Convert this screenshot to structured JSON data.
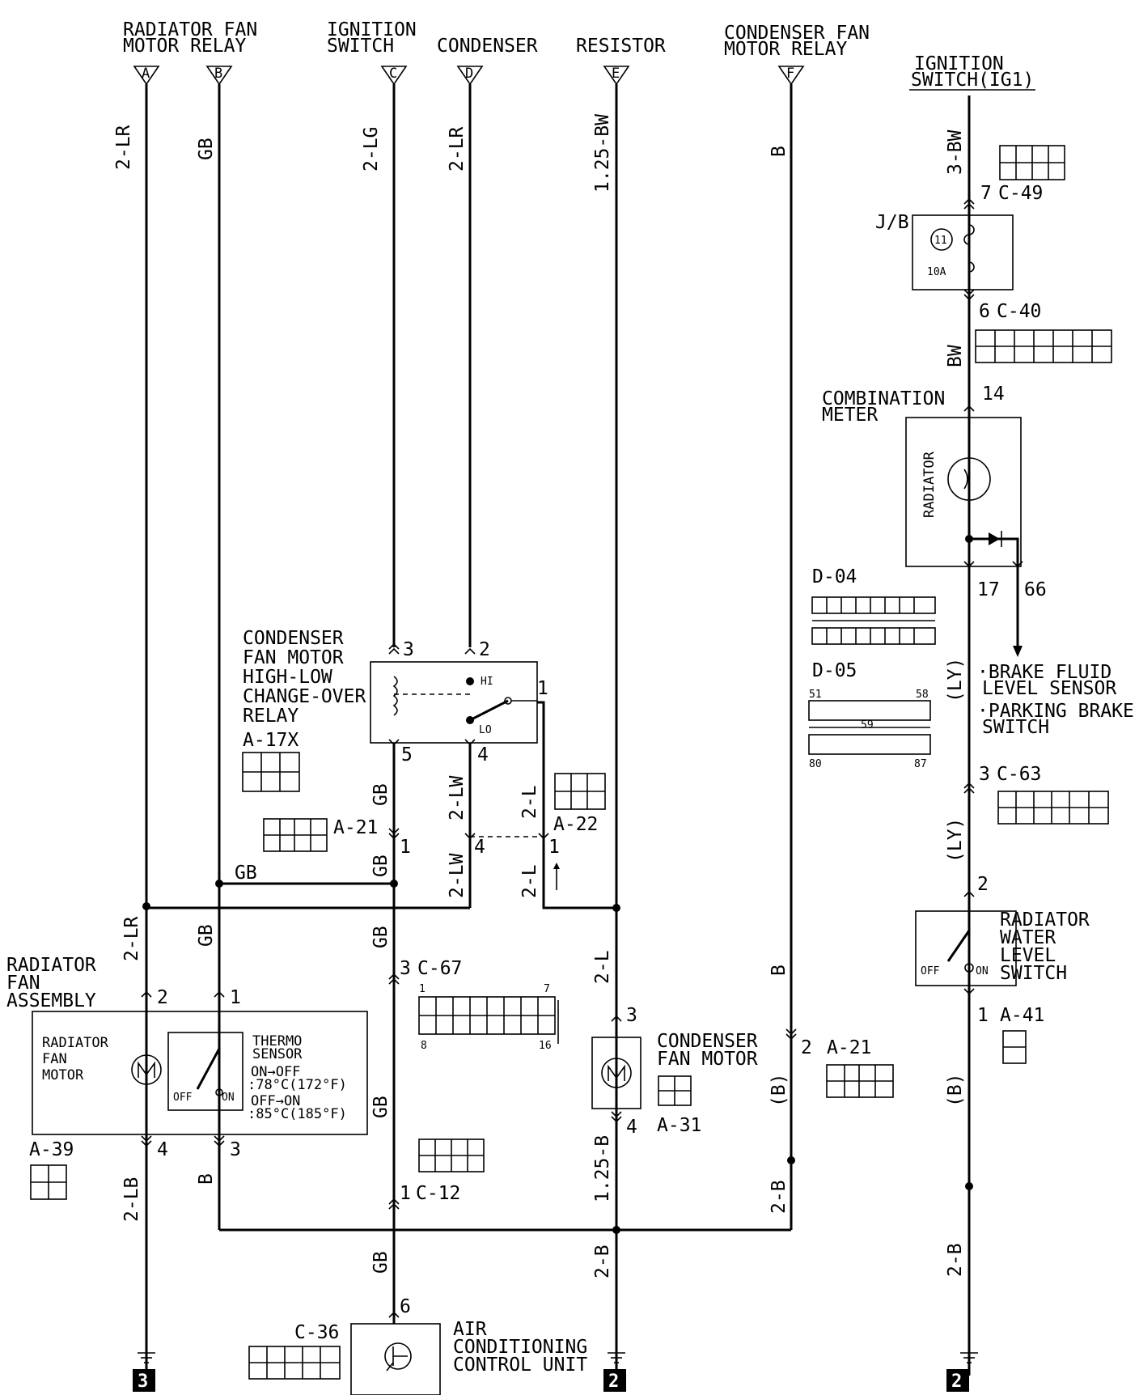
{
  "top_labels": {
    "radiator_fan_motor_relay": [
      "RADIATOR FAN",
      "MOTOR RELAY"
    ],
    "ignition_switch": [
      "IGNITION",
      "SWITCH"
    ],
    "condenser": "CONDENSER",
    "resistor": "RESISTOR",
    "condenser_fan_motor_relay": [
      "CONDENSER FAN",
      "MOTOR RELAY"
    ],
    "ignition_switch_ig1": [
      "IGNITION",
      "SWITCH(IG1)"
    ]
  },
  "terminal_letters": [
    "A",
    "B",
    "C",
    "D",
    "E",
    "F"
  ],
  "wire_labels": {
    "w_2lr_top": "2-LR",
    "w_gb_top": "GB",
    "w_2lg_top": "2-LG",
    "w_2lr_cond": "2-LR",
    "w_125bw_top": "1.25-BW",
    "w_b_top": "B",
    "w_3bw": "3-BW",
    "w_bw": "BW",
    "w_gb_mid": "GB",
    "w_gb_mid2": "GB",
    "w_2lw": "2-LW",
    "w_2lw_2": "2-LW",
    "w_2l": "2-L",
    "w_2l_2": "2-L",
    "w_gb_horiz": "GB",
    "w_2lr_low": "2-LR",
    "w_gb_low": "GB",
    "w_gb_c67": "GB",
    "w_2l_resistor": "2-L",
    "w_b_right": "B",
    "w_ly_1": "(LY)",
    "w_ly_2": "(LY)",
    "w_b_paren": "(B)",
    "w_b_paren_2": "(B)",
    "w_gb_thermo": "GB",
    "w_b_bottom": "B",
    "w_2lb": "2-LB",
    "w_125b": "1.25-B",
    "w_2b_mid": "2-B",
    "w_gb_bottom": "GB",
    "w_2b_bottom": "2-B",
    "w_2b_right": "2-B"
  },
  "components": {
    "jb": {
      "label": "J/B",
      "fuse_no": "11",
      "fuse_amp": "10A"
    },
    "combination_meter": {
      "label": [
        "COMBINATION",
        "METER"
      ],
      "inner": "RADIATOR"
    },
    "brake_notes": [
      "·BRAKE FLUID",
      "LEVEL SENSOR",
      "·PARKING BRAKE",
      "SWITCH"
    ],
    "relay": {
      "label": [
        "CONDENSER",
        "FAN MOTOR",
        "HIGH-LOW",
        "CHANGE-OVER",
        "RELAY"
      ],
      "id": "A-17X",
      "hi": "HI",
      "lo": "LO"
    },
    "radiator_fan_assembly": {
      "label": [
        "RADIATOR",
        "FAN",
        "ASSEMBLY"
      ],
      "motor": [
        "RADIATOR",
        "FAN",
        "MOTOR"
      ]
    },
    "thermo": {
      "label": [
        "THERMO",
        "SENSOR"
      ],
      "spec": [
        "ON→OFF",
        ":78°C(172°F)",
        "OFF→ON",
        ":85°C(185°F)"
      ],
      "off": "OFF",
      "on": "ON"
    },
    "condenser_fan_motor": {
      "label": [
        "CONDENSER",
        "FAN MOTOR"
      ],
      "id": "A-31"
    },
    "radiator_water_level_switch": {
      "label": [
        "RADIATOR",
        "WATER",
        "LEVEL",
        "SWITCH"
      ],
      "off": "OFF",
      "on": "ON"
    },
    "ac_control_unit": {
      "label": [
        "AIR",
        "CONDITIONING",
        "CONTROL UNIT"
      ]
    }
  },
  "connectors": {
    "c49": "C-49",
    "c40": "C-40",
    "d04": "D-04",
    "d05": "D-05",
    "c63": "C-63",
    "a41": "A-41",
    "a21_top": "A-21",
    "a22": "A-22",
    "c67": "C-67",
    "a21_right": "A-21",
    "a39": "A-39",
    "c12": "C-12",
    "c36": "C-36"
  },
  "pins": {
    "p7": "7",
    "p6": "6",
    "p14": "14",
    "p17": "17",
    "p66": "66",
    "p3_c63": "3",
    "p2_sw": "2",
    "p1_sw": "1",
    "relay3": "3",
    "relay2": "2",
    "relay1": "1",
    "relay5": "5",
    "relay4": "4",
    "a21_1": "1",
    "a22_4": "4",
    "a22_1": "1",
    "c67_3": "3",
    "asm2": "2",
    "asm1": "1",
    "asm4": "4",
    "asm3": "3",
    "cfm3": "3",
    "cfm4": "4",
    "a21r_2": "2",
    "c12_1": "1",
    "c36_6": "6",
    "c67_1": "1",
    "c67_7": "7",
    "c67_8": "8",
    "c67_16": "16",
    "d05_51": "51",
    "d05_58": "58",
    "d05_59": "59",
    "d05_80": "80",
    "d05_87": "87"
  },
  "ground_numbers": [
    "3",
    "2",
    "2"
  ]
}
